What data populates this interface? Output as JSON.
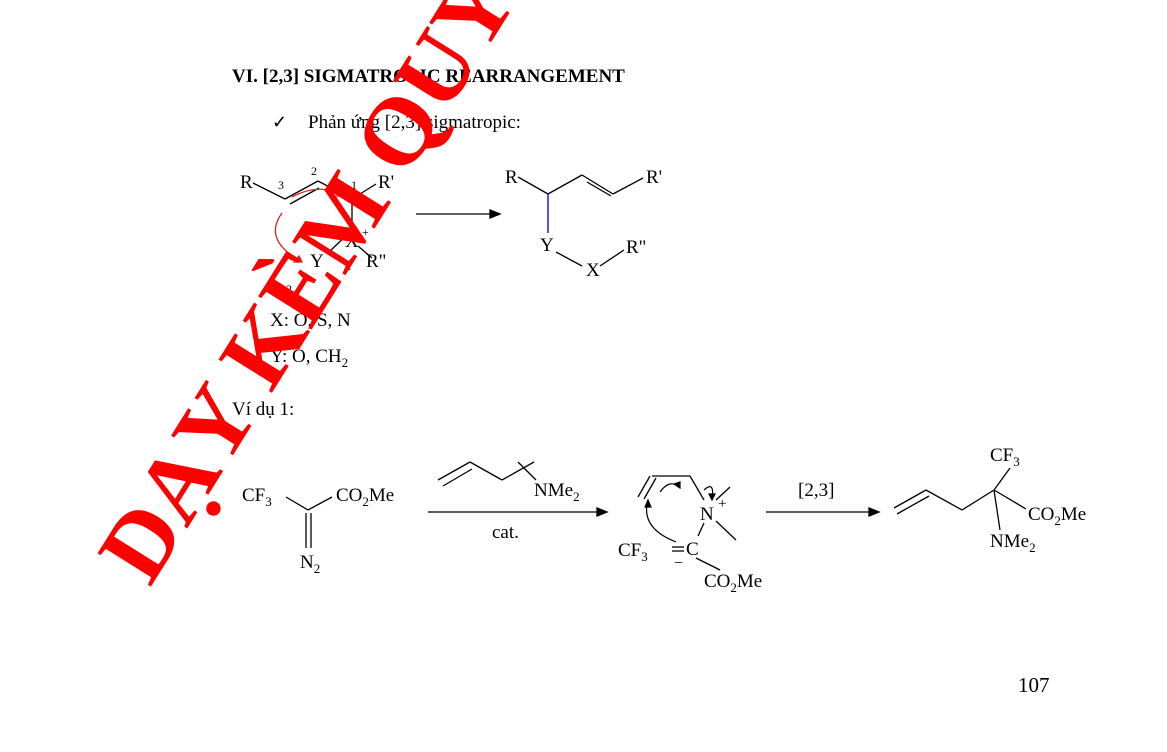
{
  "heading": "VI. [2,3] SIGMATROPIC REARRANGEMENT",
  "bullet": {
    "check": "✓",
    "text": "Phản ứng [2,3] sigmatropic:"
  },
  "scheme1": {
    "reactant": {
      "R": "R",
      "n3": "3",
      "n2": "2",
      "n1": "1",
      "Rp": "R'",
      "X": "X",
      "plus": "+",
      "Y": "Y",
      "n1b": "1",
      "Rpp": "R\"",
      "n2b": "2"
    },
    "product": {
      "R": "R",
      "Rp": "R'",
      "Y": "Y",
      "X": "X",
      "Rpp": "R\""
    },
    "x_line": "X: O, S, N",
    "y_line_main": "Y: O, CH",
    "y_line_sub": "2"
  },
  "example_label": "Ví dụ 1:",
  "scheme2": {
    "cf3": "CF",
    "sub3": "3",
    "co2me_a": "CO",
    "sub2": "2",
    "me": "Me",
    "n": "N",
    "reagent_nme": "NMe",
    "cat": "cat.",
    "nplus_n": "N",
    "plus": "+",
    "minus": "−",
    "c": "C",
    "step": "[2,3]",
    "prod_cf3": "CF",
    "prod_nme": "NMe"
  },
  "watermark": "DẠY KÈM QUY",
  "page_number": "107",
  "colors": {
    "watermark": "#ff0000",
    "curved_arrows": "#e02020",
    "new_bond": "#1a1aff"
  }
}
